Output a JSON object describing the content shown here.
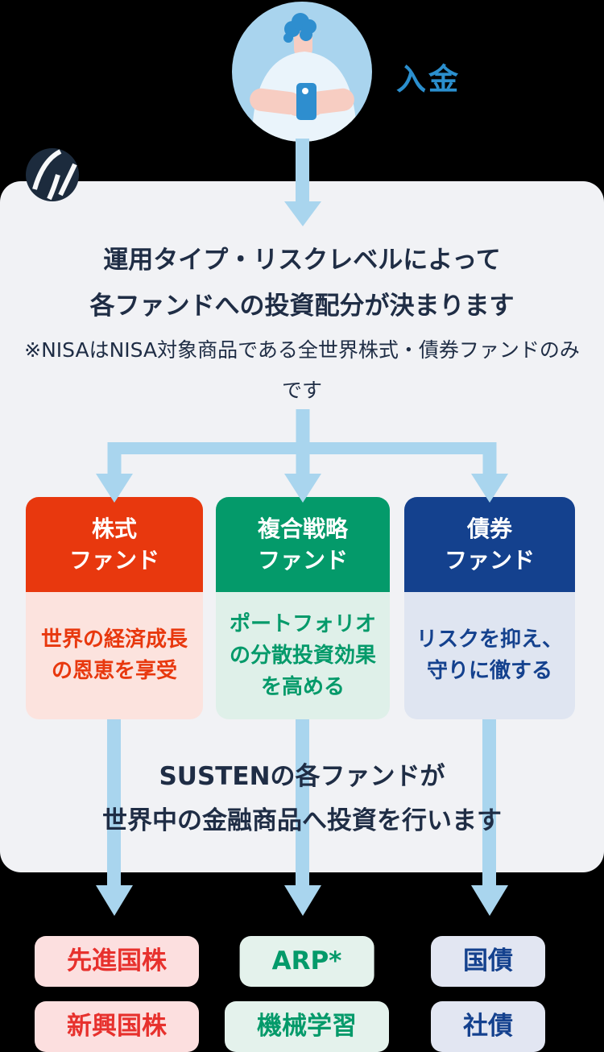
{
  "page": {
    "background": "#000000",
    "card_bg": "#f1f2f5",
    "arrow_color": "#a9d5ee",
    "text_color": "#1f2d45"
  },
  "header": {
    "deposit_label": "入金",
    "deposit_color": "#2b8fce",
    "logo_icon": "susten-logo-icon",
    "logo_color": "#1c2b3d"
  },
  "avatar": {
    "icon": "person-holding-phone-icon",
    "circle_bg": "#a9d4ee",
    "skin": "#f7cdc2",
    "shirt": "#eaf4fb",
    "accent": "#2e8ecf"
  },
  "intro": {
    "title_line1": "運用タイプ・リスクレベルによって",
    "title_line2": "各ファンドへの投資配分が決まります",
    "note": "※NISAはNISA対象商品である全世界株式・債券ファンドのみです"
  },
  "funds": [
    {
      "name": "株式\nファンド",
      "description": "世界の経済成長\nの恩恵を享受",
      "color": "#e8380e",
      "light_bg": "#fce3de",
      "chip_bg": "#fcdfdf",
      "chip_text_color": "#e7312d",
      "products": [
        "先進国株",
        "新興国株"
      ]
    },
    {
      "name": "複合戦略\nファンド",
      "description": "ポートフォリオ\nの分散投資効果\nを高める",
      "color": "#049a6a",
      "light_bg": "#dff0e9",
      "chip_bg": "#e4f2ec",
      "chip_text_color": "#049a6a",
      "products": [
        "ARP*",
        "機械学習"
      ]
    },
    {
      "name": "債券\nファンド",
      "description": "リスクを抑え、\n守りに徹する",
      "color": "#14418e",
      "light_bg": "#dfe5f1",
      "chip_bg": "#e2e6f2",
      "chip_text_color": "#14418e",
      "products": [
        "国債",
        "社債"
      ]
    }
  ],
  "middle": {
    "line1": "SUSTENの各ファンドが",
    "line2": "世界中の金融商品へ投資を行います"
  }
}
